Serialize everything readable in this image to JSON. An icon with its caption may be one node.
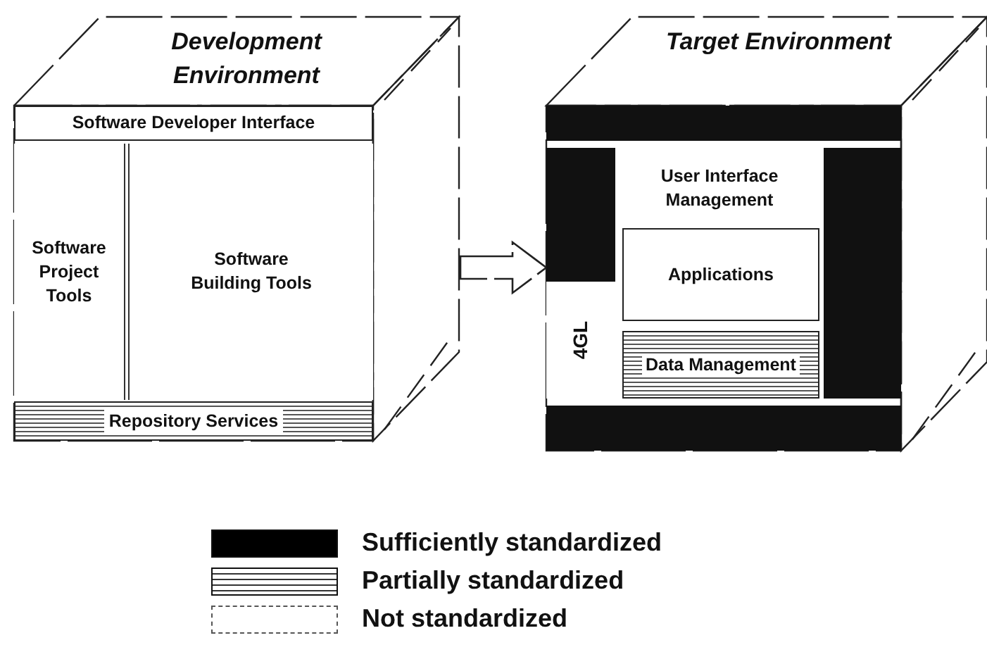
{
  "diagram": {
    "nodes": [
      {
        "text": [
          "Development Environment"
        ]
      },
      {
        "text": [
          "Software Developer Interface"
        ],
        "in": 0
      },
      {
        "text": [
          "Software Project Tools"
        ],
        "in": 0
      },
      {
        "text": [
          "Software Building Tools"
        ],
        "in": 0
      },
      {
        "text": [
          "Repository Services"
        ],
        "in": 0
      },
      {
        "text": [
          "Target Environment"
        ]
      },
      {
        "text": [],
        "shape": "bar",
        "in": 5
      },
      {
        "text": [],
        "shape": "bar",
        "in": 5
      },
      {
        "text": [
          "User Interface Management"
        ],
        "in": 5
      },
      {
        "text": [
          "Applications"
        ],
        "in": 5
      },
      {
        "text": [
          "4GL"
        ],
        "in": 5
      },
      {
        "text": [
          "Data Management"
        ],
        "in": 5
      },
      {
        "text": [],
        "shape": "bar",
        "in": 5
      },
      {
        "text": [],
        "shape": "bar",
        "in": 5
      }
    ],
    "edges": [
      {
        "from": 0,
        "to": 5,
        "arrow": "to"
      }
    ],
    "legend": [
      {
        "text": "Sufficiently standardized",
        "color": "#000000"
      },
      {
        "text": "Partially standardized"
      },
      {
        "text": "Not standardized"
      }
    ]
  }
}
